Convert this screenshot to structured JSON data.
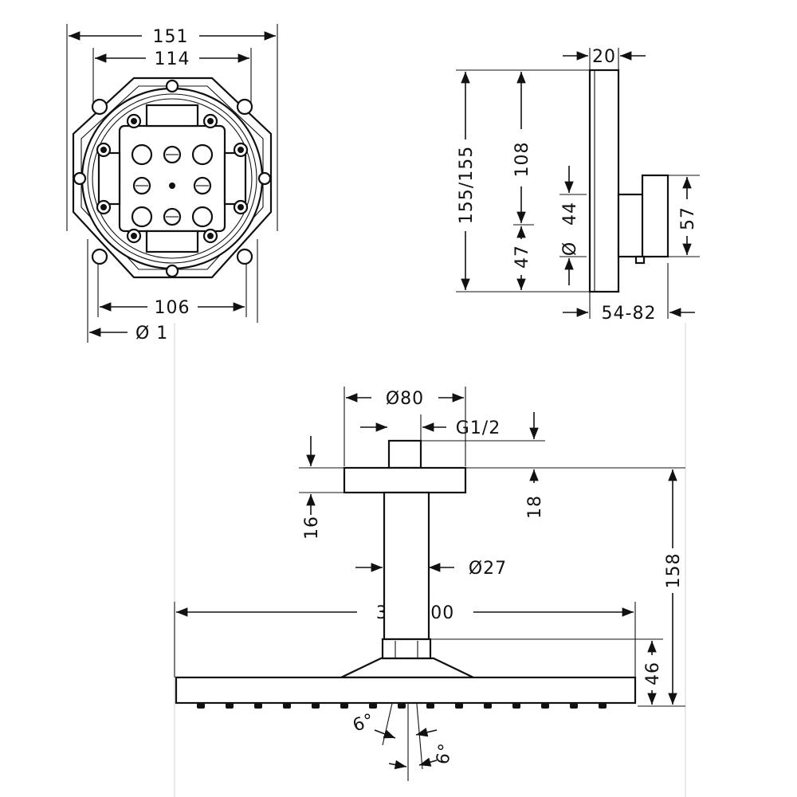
{
  "views": {
    "mounting_box": {
      "dim_width_outer": "151",
      "dim_width_inner": "114",
      "dim_width_base": "106",
      "dim_diameter": "Ø 1"
    },
    "trim_side": {
      "dim_depth": "20",
      "dim_total_height": "155/155",
      "dim_upper_height": "108",
      "dim_diameter_44": "44",
      "dim_diameter_symbol": "Ø",
      "dim_lower_height": "47",
      "dim_body_height": "57",
      "dim_projection": "54-82"
    },
    "overhead_shower": {
      "dim_flange_diameter": "Ø80",
      "dim_thread": "G1/2",
      "dim_flange_thickness": "18",
      "dim_offset": "16",
      "dim_arm_diameter": "Ø27",
      "dim_total_height": "158",
      "dim_head_width": "300/300",
      "dim_head_height": "46",
      "dim_angle_left": "6°",
      "dim_angle_right": "6°"
    }
  }
}
